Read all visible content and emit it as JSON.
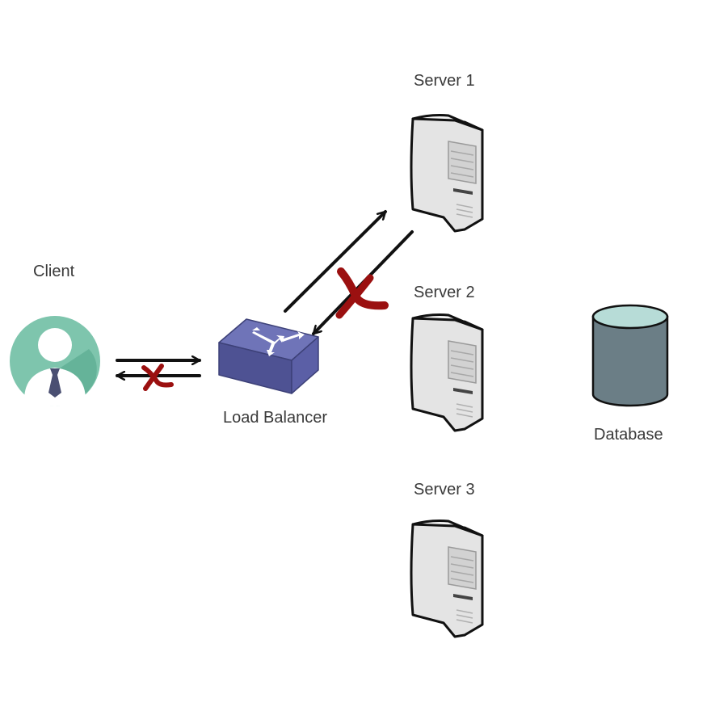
{
  "nodes": {
    "client": {
      "label": "Client"
    },
    "load_balancer": {
      "label": "Load Balancer"
    },
    "server1": {
      "label": "Server 1"
    },
    "server2": {
      "label": "Server 2"
    },
    "server3": {
      "label": "Server 3"
    },
    "database": {
      "label": "Database"
    }
  },
  "edges": [
    {
      "from": "client",
      "to": "load_balancer",
      "status": "ok"
    },
    {
      "from": "load_balancer",
      "to": "client",
      "status": "failed"
    },
    {
      "from": "load_balancer",
      "to": "server1",
      "status": "ok"
    },
    {
      "from": "server1",
      "to": "load_balancer",
      "status": "failed"
    }
  ],
  "colors": {
    "client_circle": "#7ec5ad",
    "client_shadow": "#5fae94",
    "tie": "#4a4f72",
    "switch_top": "#6f74b8",
    "switch_front": "#4e5293",
    "switch_side": "#3d4178",
    "server_body": "#e4e4e4",
    "server_outline": "#111111",
    "db_body": "#6b7e86",
    "db_top": "#b7dcd7",
    "failure_mark": "#9b1010",
    "arrow": "#111111"
  },
  "icons": {
    "client": "user-avatar-icon",
    "load_balancer": "network-switch-icon",
    "server": "server-tower-icon",
    "database": "database-cylinder-icon",
    "failure": "x-mark-icon"
  }
}
